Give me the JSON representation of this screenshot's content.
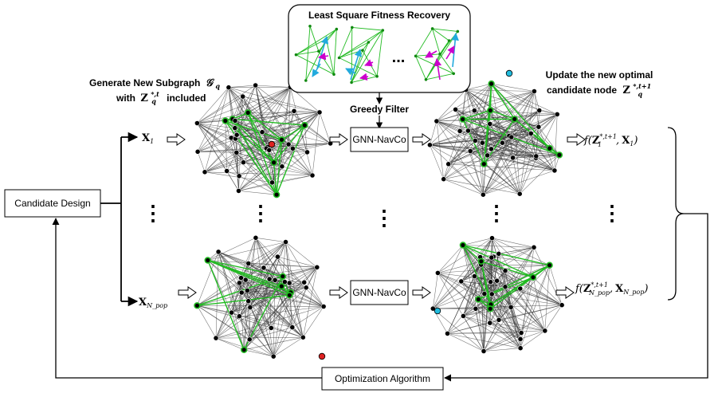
{
  "candidate_design": "Candidate Design",
  "optimization_algorithm": "Optimization Algorithm",
  "gnn_label": "GNN-NavCo",
  "greedy_filter": "Greedy Filter",
  "lsfr_title": "Least Square Fitness Recovery",
  "lsfr_ellipsis": "...",
  "generate_line1": "Generate New Subgraph",
  "generate_symbol": "𝒢",
  "generate_sub": "q",
  "generate_line2_pre": "with",
  "generate_line2_post": "included",
  "z_bold": "Z",
  "z_sub": "q",
  "z_sup_t": "*,t",
  "z_sup_t1": "*,t+1",
  "update_line1": "Update the new optimal",
  "update_line2": "candidate node",
  "x_bold": "X",
  "x1_sub": "1",
  "xn_sub": "N_pop",
  "out1_f": "f(",
  "out1_z_sub": "1",
  "out1_comma": ",",
  "out1_x_sub": "1",
  "out1_close": ")",
  "outn_z_sub": "N_pop",
  "outn_x_sub": "N_pop",
  "vdots": "⋮",
  "colors": {
    "node": "#000000",
    "edge": "#333333",
    "subgraph": "#22bb22",
    "highlight_red": "#dd2222",
    "highlight_cyan": "#22bbdd",
    "arrow_magenta": "#cc00cc",
    "arrow_cyan": "#22aadd"
  }
}
